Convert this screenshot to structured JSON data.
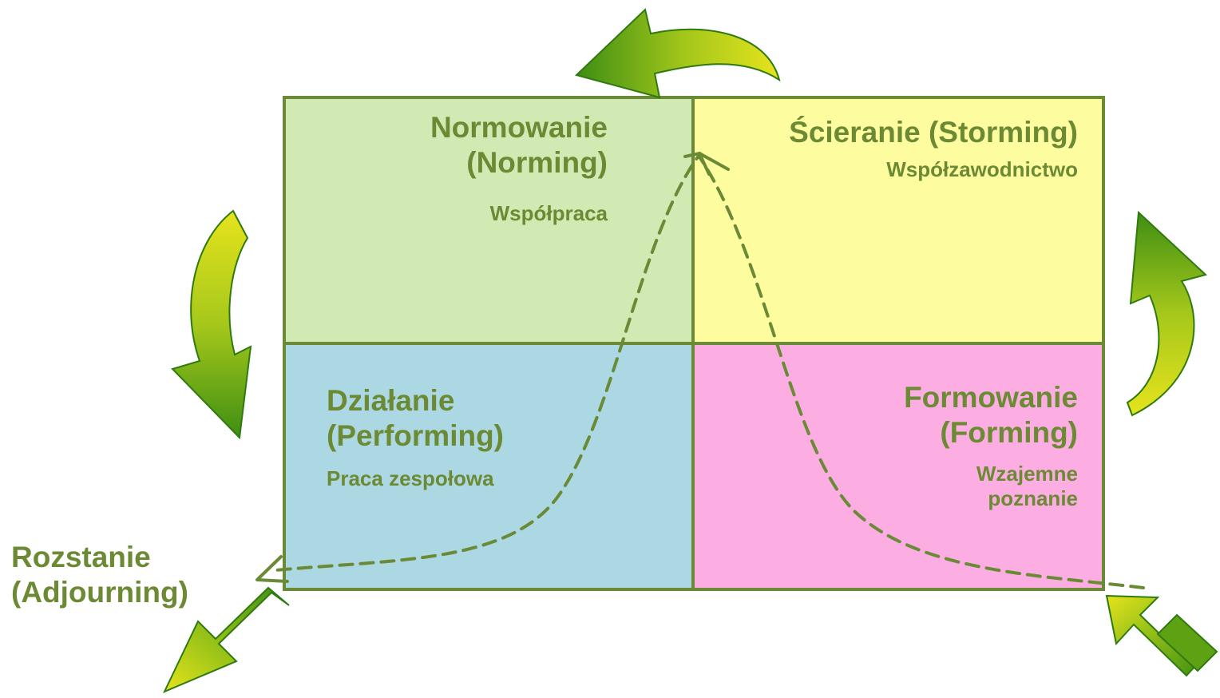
{
  "diagram": {
    "quadrants": {
      "norming": {
        "title": "Normowanie\n(Norming)",
        "subtitle": "Współpraca",
        "color": "#d1e9b3"
      },
      "storming": {
        "title": "Ścieranie (Storming)",
        "subtitle": "Współzawodnictwo",
        "color": "#fdfd9f"
      },
      "performing": {
        "title": "Działanie\n(Performing)",
        "subtitle": "Praca zespołowa",
        "color": "#acd8e4"
      },
      "forming": {
        "title": "Formowanie\n(Forming)",
        "subtitle": "Wzajemne\npoznanie",
        "color": "#fcaee2"
      }
    },
    "adjourning": {
      "title": "Rozstanie\n(Adjourning)"
    },
    "colors": {
      "text": "#6c8a34",
      "border": "#6b8a36",
      "arrow_light": "#e3e21a",
      "arrow_dark": "#3f8f12"
    }
  }
}
